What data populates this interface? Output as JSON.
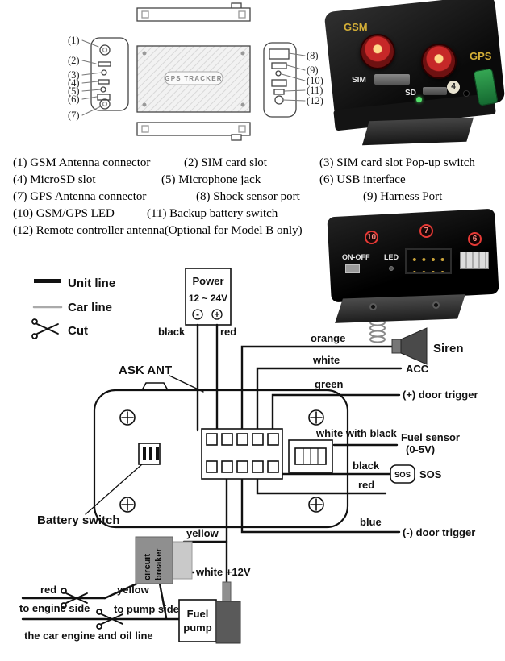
{
  "exploded": {
    "device_label": "GPS TRACKER",
    "callouts_left": [
      "(1)",
      "(2)",
      "(3)",
      "(4)",
      "(5)",
      "(6)",
      "(7)"
    ],
    "callouts_right": [
      "(8)",
      "(9)",
      "(10)",
      "(11)",
      "(12)"
    ]
  },
  "photo_front": {
    "label_gsm": "GSM",
    "label_gps": "GPS",
    "label_sim": "SIM",
    "label_sd": "SD",
    "callout_4": "4"
  },
  "photo_back": {
    "label_on_off": "ON-OFF",
    "label_led": "LED",
    "callout_10": "10",
    "callout_7": "7",
    "callout_6": "6"
  },
  "parts_list": {
    "row1": [
      "(1) GSM Antenna connector",
      "(2) SIM card slot",
      "(3) SIM card slot Pop-up switch"
    ],
    "row2": [
      "(4) MicroSD slot",
      "(5) Microphone jack",
      "(6) USB interface"
    ],
    "row3": [
      "(7) GPS Antenna connector",
      "(8) Shock sensor port",
      "(9) Harness Port"
    ],
    "row4": [
      "(10) GSM/GPS LED",
      "(11) Backup battery switch"
    ],
    "row5": [
      "(12) Remote controller antenna(Optional for Model B only)"
    ]
  },
  "wiring": {
    "legend": {
      "unit_line": "Unit line",
      "car_line": "Car line",
      "cut": "Cut"
    },
    "power_box": {
      "title": "Power",
      "voltage": "12 ~ 24V",
      "minus": "-",
      "plus": "+"
    },
    "ask_ant": "ASK ANT",
    "battery_switch": "Battery switch",
    "wire_labels": {
      "power_black": "black",
      "power_red": "red",
      "orange": "orange",
      "white": "white",
      "green": "green",
      "white_with_black": "white with black",
      "sos_black": "black",
      "sos_red": "red",
      "blue": "blue",
      "yellow": "yellow",
      "white_12v": "white +12V",
      "engine_red": "red",
      "pump_yellow": "yellow"
    },
    "targets": {
      "siren": "Siren",
      "acc": "ACC",
      "door_plus": "(+) door trigger",
      "fuel_sensor_line1": "Fuel sensor",
      "fuel_sensor_line2": "(0-5V)",
      "sos_button": "SOS",
      "sos_label": "SOS",
      "door_minus": "(-) door trigger"
    },
    "circuit_breaker_line1": "circuit",
    "circuit_breaker_line2": "breaker",
    "to_engine_side": "to engine side",
    "to_pump_side": "to pump side",
    "car_engine_oil_line": "the car engine and oil line",
    "fuel_pump_line1": "Fuel",
    "fuel_pump_line2": "pump"
  },
  "colors": {
    "wire_ink": "#111111",
    "antenna_red": "#c62828",
    "sticker_green": "#2e9e4f",
    "gold_label": "#d4af37"
  }
}
